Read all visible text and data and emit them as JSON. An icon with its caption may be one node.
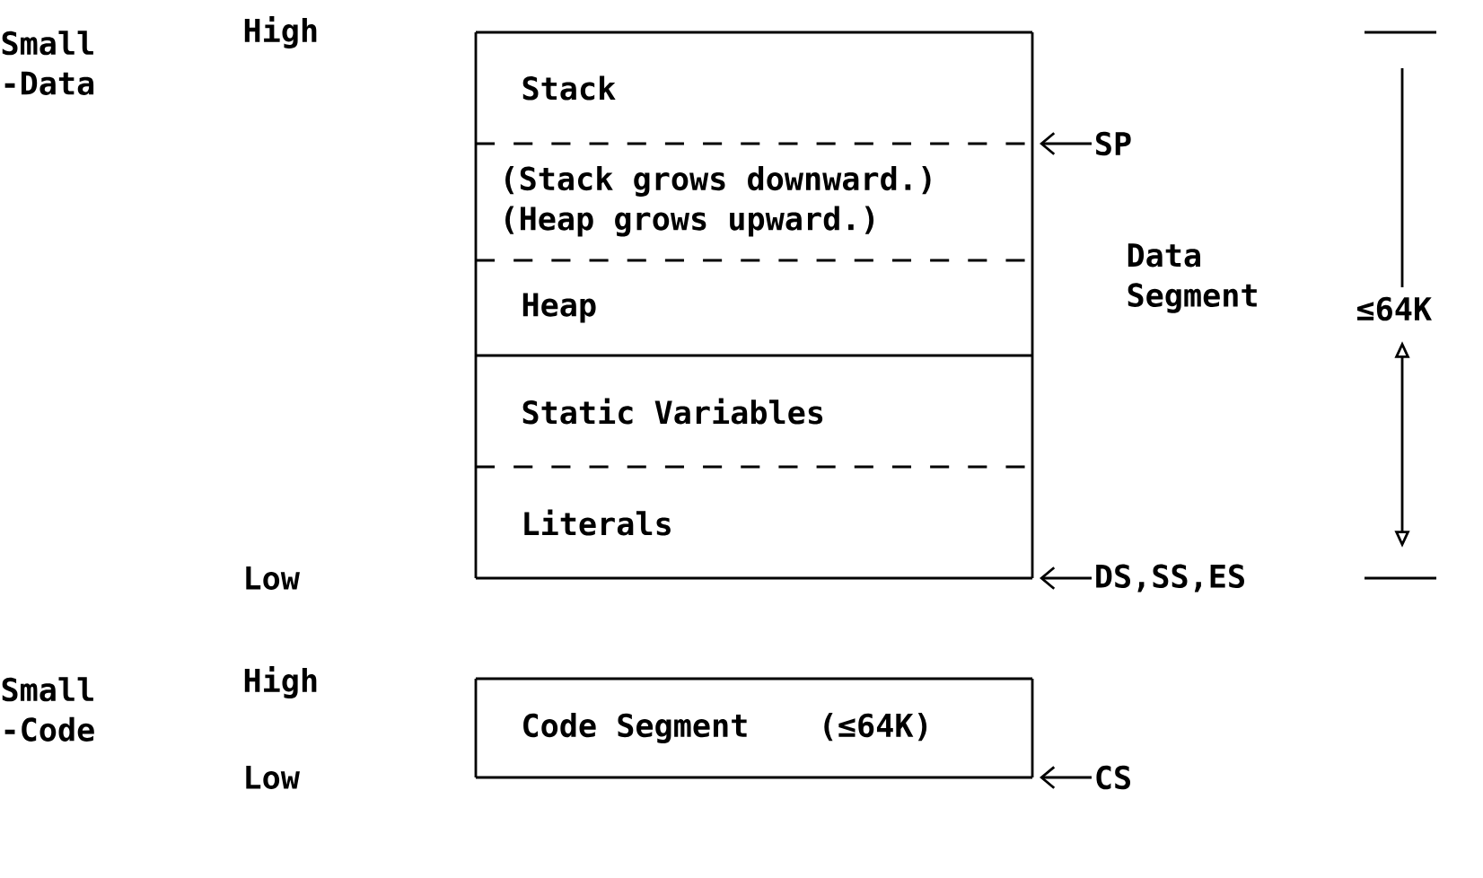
{
  "diagram": {
    "nodes": [
      {
        "text": [
          "Stack"
        ]
      },
      {
        "text": [
          "(Stack grows downward.)",
          "(Heap  grows upward.)"
        ]
      },
      {
        "text": [
          "Heap"
        ]
      },
      {
        "text": [
          "Static Variables"
        ]
      },
      {
        "text": [
          "Literals"
        ]
      },
      {
        "text": [
          "Code Segment",
          "(≤64K)"
        ]
      },
      {
        "text": [
          "SP"
        ]
      },
      {
        "text": [
          "DS,SS,ES"
        ]
      },
      {
        "text": [
          "CS"
        ]
      }
    ],
    "edges": [
      {
        "from": 6,
        "to": null,
        "arrow": "to"
      },
      {
        "from": 7,
        "to": null,
        "arrow": "to"
      },
      {
        "from": 8,
        "to": null,
        "arrow": "to"
      }
    ],
    "labels": [
      "Small -Data",
      "High",
      "Data Segment",
      "≤64K",
      "Low",
      "Small -Code",
      "High",
      "Low"
    ]
  }
}
